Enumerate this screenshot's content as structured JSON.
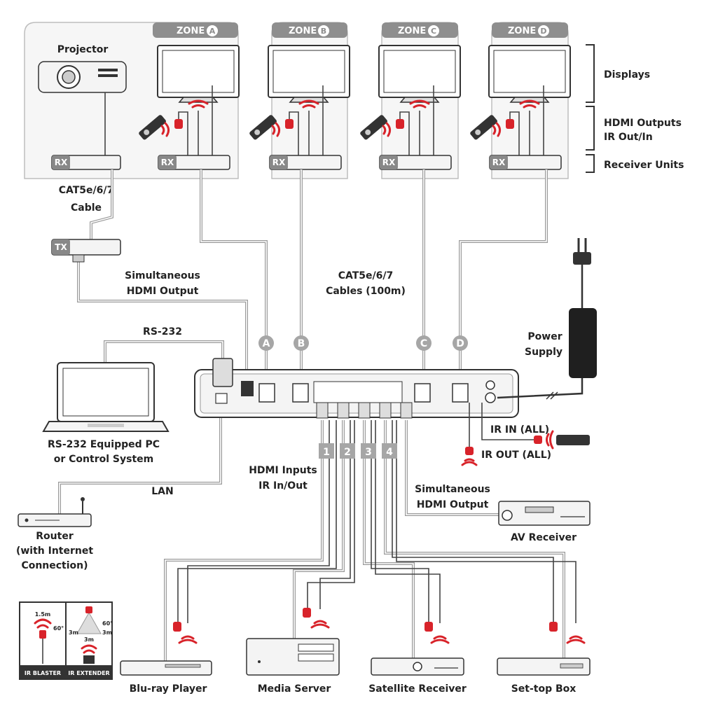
{
  "zones": {
    "A": "ZONE",
    "B": "ZONE",
    "C": "ZONE",
    "D": "ZONE",
    "letters": [
      "A",
      "B",
      "C",
      "D"
    ]
  },
  "labels": {
    "projector": "Projector",
    "displays": "Displays",
    "hdmi_outputs_l1": "HDMI Outputs",
    "hdmi_outputs_l2": "IR Out/In",
    "receiver_units": "Receiver Units",
    "cat_cable_l1": "CAT5e/6/7",
    "cat_cable_l2": "Cable",
    "cat_cables_l1": "CAT5e/6/7",
    "cat_cables_l2": "Cables (100m)",
    "sim_hdmi_top_l1": "Simultaneous",
    "sim_hdmi_top_l2": "HDMI Output",
    "rs232": "RS-232",
    "power_l1": "Power",
    "power_l2": "Supply",
    "pc_l1": "RS-232 Equipped PC",
    "pc_l2": "or Control System",
    "lan": "LAN",
    "ir_in": "IR IN (ALL)",
    "ir_out": "IR OUT (ALL)",
    "hdmi_inputs_l1": "HDMI Inputs",
    "hdmi_inputs_l2": "IR In/Out",
    "sim_hdmi_bot_l1": "Simultaneous",
    "sim_hdmi_bot_l2": "HDMI Output",
    "router_l1": "Router",
    "router_l2": "(with Internet",
    "router_l3": "Connection)",
    "av_receiver": "AV Receiver",
    "bluray": "Blu-ray Player",
    "media_server": "Media Server",
    "satellite": "Satellite Receiver",
    "settop": "Set-top Box"
  },
  "units": {
    "rx": "RX",
    "tx": "TX"
  },
  "input_numbers": [
    "1",
    "2",
    "3",
    "4"
  ],
  "legend": {
    "ir_blaster": "IR BLASTER",
    "ir_extender": "IR EXTENDER",
    "blaster_dist": "1.5m",
    "blaster_angle": "60°",
    "ext_angle": "60°",
    "ext_left": "3m",
    "ext_right": "3m",
    "ext_bottom": "3m"
  },
  "colors": {
    "zone_tab": "#8e8e8e",
    "badge": "#a6a6a6",
    "ir_red": "#d8232a",
    "cable": "#9a9a9a"
  }
}
